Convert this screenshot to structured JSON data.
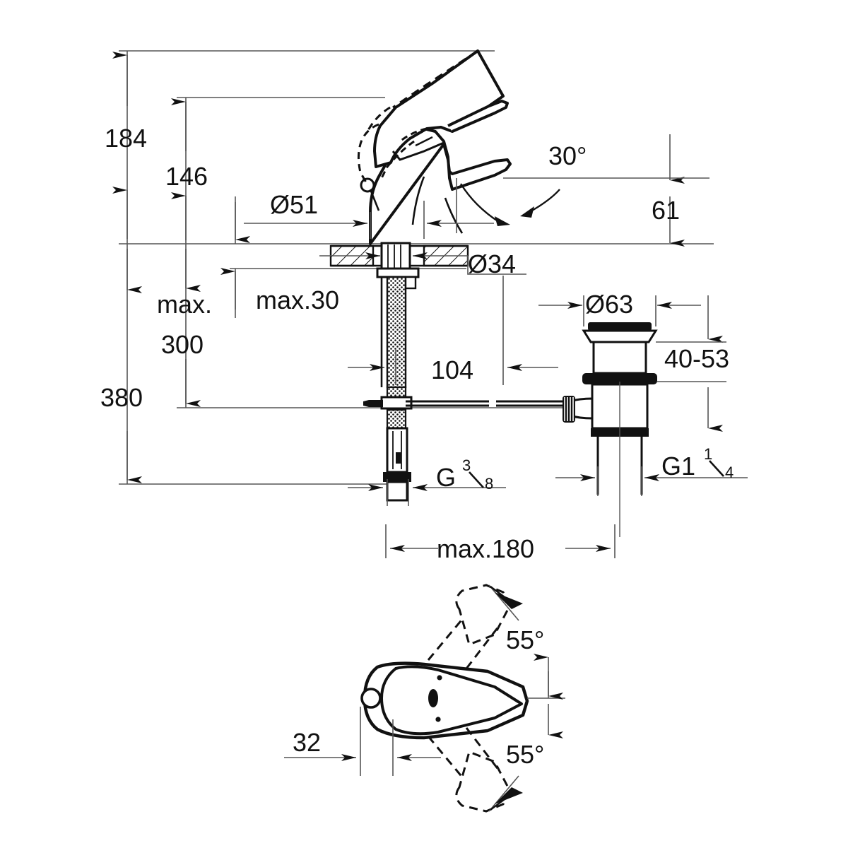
{
  "drawing": {
    "title": "Single-lever basin mixer dimension drawing",
    "units": "mm",
    "line_color": "#1a1a1a",
    "thin_line_color": "#555555",
    "background": "#ffffff"
  },
  "views": {
    "elevation": {
      "name": "front-elevation-view"
    },
    "plan": {
      "name": "handle-plan-view"
    }
  },
  "dimensions": {
    "height_total_above": "184",
    "height_spout": "146",
    "counter_thickness_max": "max.30",
    "max_label": "max.",
    "max_value": "300",
    "height_below": "380",
    "base_diameter": "Ø51",
    "shank_diameter": "Ø34",
    "spout_reach": "104",
    "spout_angle": "30°",
    "drain_offset": "61",
    "drain_flange_diameter": "Ø63",
    "drain_range": "40-53",
    "supply_thread": "G",
    "supply_thread_num": "3",
    "supply_thread_den": "8",
    "waste_thread": "G1",
    "waste_thread_num": "1",
    "waste_thread_den": "4",
    "hose_length_max": "max.180",
    "handle_offset": "32",
    "handle_swivel_up": "55°",
    "handle_swivel_down": "55°"
  }
}
